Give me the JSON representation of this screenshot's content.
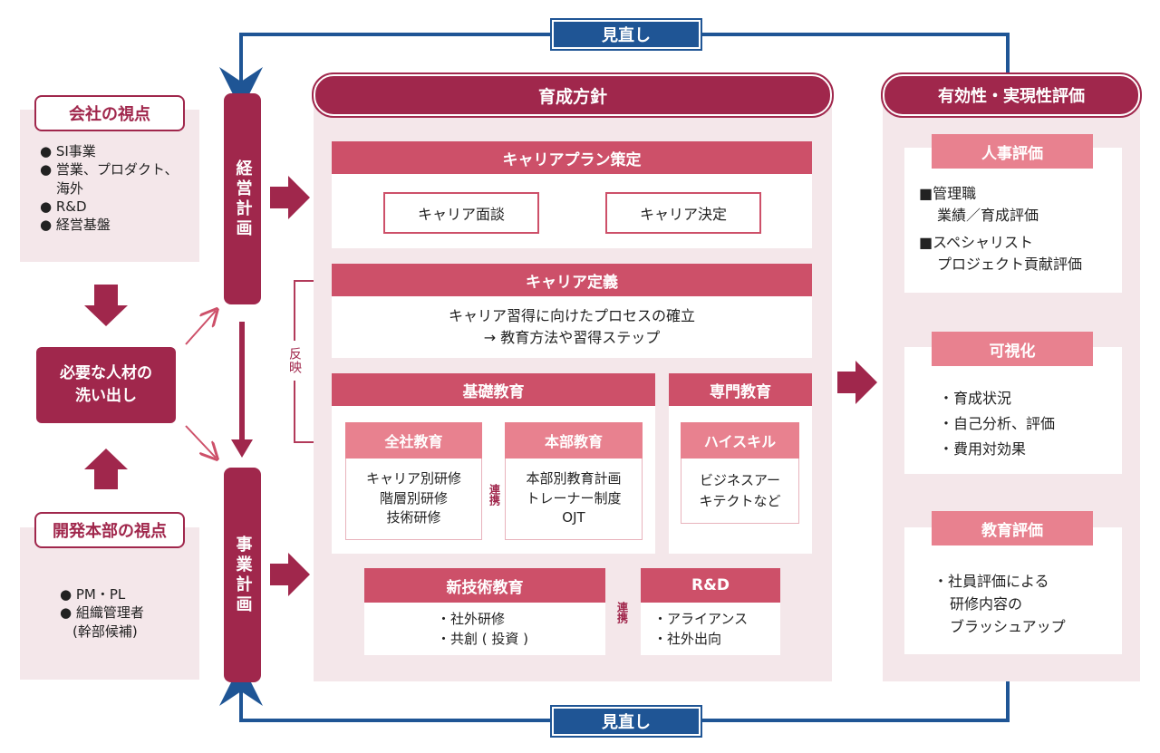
{
  "loop": {
    "top_label": "見直し",
    "bottom_label": "見直し"
  },
  "company_view": {
    "title": "会社の視点",
    "items": [
      "● SI事業",
      "● 営業、プロダクト、",
      "海外",
      "● R&D",
      "● 経営基盤"
    ]
  },
  "needed_talent": {
    "line1": "必要な人材の",
    "line2": "洗い出し"
  },
  "dev_view": {
    "title": "開発本部の視点",
    "items": [
      "● PM・PL",
      "● 組織管理者",
      "(幹部候補)"
    ]
  },
  "management_plan": "経営計画",
  "business_plan": "事業計画",
  "reflect_label": "反映",
  "policy": {
    "title": "育成方針",
    "career_plan": {
      "title": "キャリアプラン策定",
      "interview": "キャリア面談",
      "decision": "キャリア決定"
    },
    "career_def": {
      "title": "キャリア定義",
      "line1": "キャリア習得に向けたプロセスの確立",
      "line2": "→ 教育方法や習得ステップ"
    },
    "basic_edu": {
      "title": "基礎教育",
      "company": {
        "title": "全社教育",
        "lines": [
          "キャリア別研修",
          "階層別研修",
          "技術研修"
        ]
      },
      "link": "連携",
      "division": {
        "title": "本部教育",
        "lines": [
          "本部別教育計画",
          "トレーナー制度",
          "OJT"
        ]
      }
    },
    "special_edu": {
      "title": "専門教育",
      "sub_title": "ハイスキル",
      "lines": [
        "ビジネスアー",
        "キテクトなど"
      ]
    },
    "new_tech": {
      "title": "新技術教育",
      "lines": [
        "・社外研修",
        "・共創 ( 投資 )"
      ]
    },
    "link2": "連携",
    "rnd": {
      "title": "R&D",
      "lines": [
        "・アライアンス",
        "・社外出向"
      ]
    }
  },
  "evaluation": {
    "title": "有効性・実現性評価",
    "hr": {
      "title": "人事評価",
      "lines": [
        "■管理職",
        "業績／育成評価",
        "■スペシャリスト",
        "プロジェクト貢献評価"
      ]
    },
    "visual": {
      "title": "可視化",
      "lines": [
        "・育成状況",
        "・自己分析、評価",
        "・費用対効果"
      ]
    },
    "edu_eval": {
      "title": "教育評価",
      "lines": [
        "・社員評価による",
        "研修内容の",
        "ブラッシュアップ"
      ]
    }
  },
  "colors": {
    "maroon": "#a0274c",
    "rose": "#cd5069",
    "light_rose": "#e8818f",
    "pink_bg": "#f4e7ea",
    "blue": "#1f5595"
  }
}
